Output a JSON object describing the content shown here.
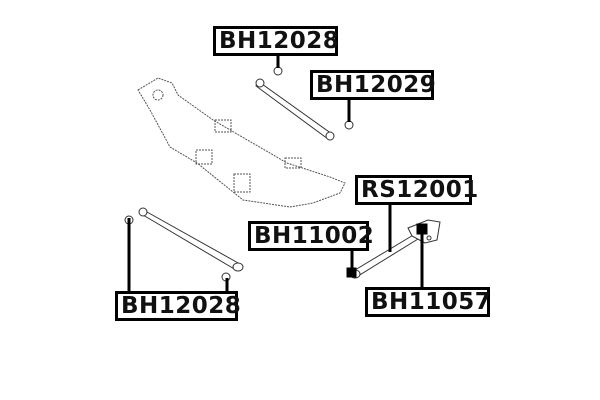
{
  "labels": {
    "top_left": "BH12028",
    "top_right": "BH12029",
    "right_upper": "RS12001",
    "middle": "BH11002",
    "bottom_left": "BH12028",
    "bottom_right": "BH11057"
  },
  "colors": {
    "line": "#000000",
    "drawing": "#555555"
  }
}
